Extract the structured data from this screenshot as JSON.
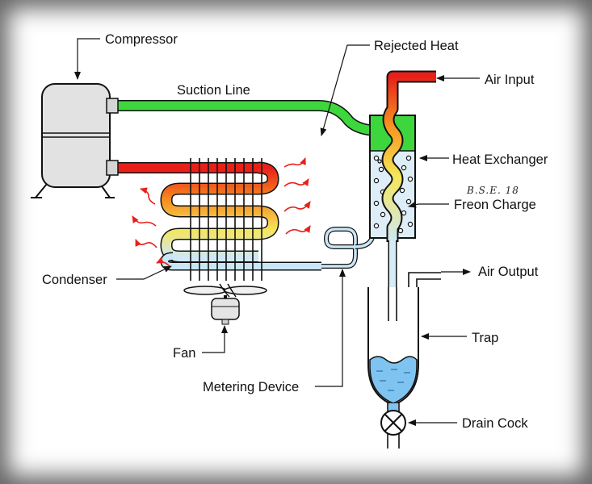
{
  "labels": {
    "compressor": "Compressor",
    "rejected_heat": "Rejected Heat",
    "suction_line": "Suction Line",
    "air_input": "Air Input",
    "heat_exchanger": "Heat Exchanger",
    "freon_charge": "Freon Charge",
    "condenser": "Condenser",
    "air_output": "Air Output",
    "trap": "Trap",
    "fan": "Fan",
    "metering_device": "Metering Device",
    "drain_cock": "Drain Cock"
  },
  "signature": "B.S.E. 18",
  "colors": {
    "hot_line": "#e8201a",
    "suction_line": "#3dd63d",
    "liquid_line": "#c8e6f6",
    "water": "#7fc4f0",
    "heat_arrow": "#e8201a"
  }
}
